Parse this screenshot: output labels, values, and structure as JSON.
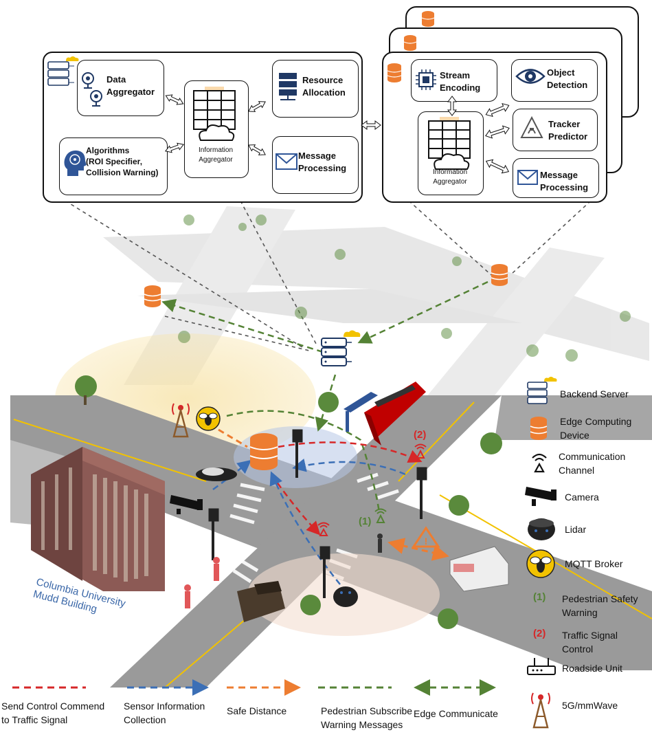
{
  "left_panel": {
    "data_aggregator": "Data\nAggregator",
    "resource_allocation": "Resource\nAllocation",
    "information_aggregator": "Information\nAggregator",
    "algorithms": "Algorithms\n(ROI Specifier,\nCollision Warning)",
    "message_processing": "Message\nProcessing"
  },
  "right_panel": {
    "stream_encoding": "Stream\nEncoding",
    "object_detection": "Object\nDetection",
    "tracker_predictor": "Tracker\nPredictor",
    "information_aggregator": "Information\nAggregator",
    "message_processing": "Message\nProcessing"
  },
  "scene": {
    "building_label": "Columbia University\nMudd Building",
    "marker_1": "(1)",
    "marker_2": "(2)"
  },
  "legend": [
    {
      "icon": "backend-server-icon",
      "label": "Backend Server"
    },
    {
      "icon": "edge-device-icon",
      "label": "Edge Computing\nDevice"
    },
    {
      "icon": "comm-channel-icon",
      "label": "Communication\nChannel"
    },
    {
      "icon": "camera-icon",
      "label": "Camera"
    },
    {
      "icon": "lidar-icon",
      "label": "Lidar"
    },
    {
      "icon": "mqtt-broker-icon",
      "label": "MQTT Broker"
    },
    {
      "icon": "marker-1",
      "label": "Pedestrian Safety\nWarning"
    },
    {
      "icon": "marker-2",
      "label": "Traffic Signal\nControl"
    },
    {
      "icon": "roadside-unit-icon",
      "label": "Roadside Unit"
    },
    {
      "icon": "antenna-icon",
      "label": "5G/mmWave"
    }
  ],
  "legend_markers": {
    "m1": "(1)",
    "m2": "(2)"
  },
  "bottom_legend": [
    {
      "label": "Send Control Commend\nto Traffic Signal",
      "color": "#d62728"
    },
    {
      "label": "Sensor Information\nCollection",
      "color": "#3b6fb6"
    },
    {
      "label": "Safe Distance",
      "color": "#ed7d31"
    },
    {
      "label": "Pedestrian Subscribe\nWarning Messages",
      "color": "#548235"
    },
    {
      "label": "Edge Communicate",
      "color": "#548235"
    }
  ],
  "colors": {
    "red": "#d62728",
    "blue": "#3b6fb6",
    "orange": "#ed7d31",
    "green": "#548235",
    "road": "#9a9a9a",
    "sidewalk": "#d9d9d9",
    "lane": "#f2c200"
  }
}
